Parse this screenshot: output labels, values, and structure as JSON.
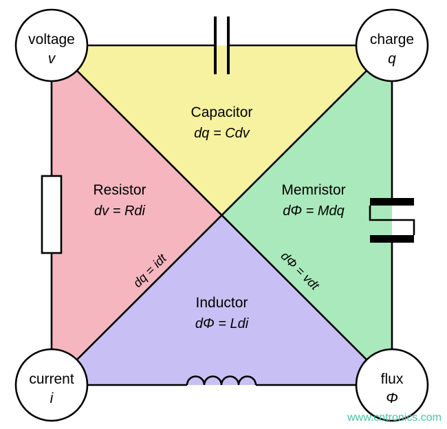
{
  "diagram": {
    "corners": {
      "voltage": {
        "label": "voltage",
        "symbol": "v"
      },
      "charge": {
        "label": "charge",
        "symbol": "q"
      },
      "current": {
        "label": "current",
        "symbol": "i"
      },
      "flux": {
        "label": "flux",
        "symbol": "Φ"
      }
    },
    "regions": {
      "capacitor": {
        "name": "Capacitor",
        "equation": "dq = Cdv",
        "color": "#f7f2a0"
      },
      "resistor": {
        "name": "Resistor",
        "equation": "dv = Rdi",
        "color": "#f5b6c0"
      },
      "memristor": {
        "name": "Memristor",
        "equation": "dΦ = Mdq",
        "color": "#aae9bb"
      },
      "inductor": {
        "name": "Inductor",
        "equation": "dΦ = Ldi",
        "color": "#c8c0f4"
      }
    },
    "diagonal_relations": {
      "charge_current": "dq = idt",
      "flux_voltage": "dΦ = vdt"
    },
    "watermark": {
      "text": "www.cntronics.com",
      "color": "#47c3a4"
    }
  }
}
